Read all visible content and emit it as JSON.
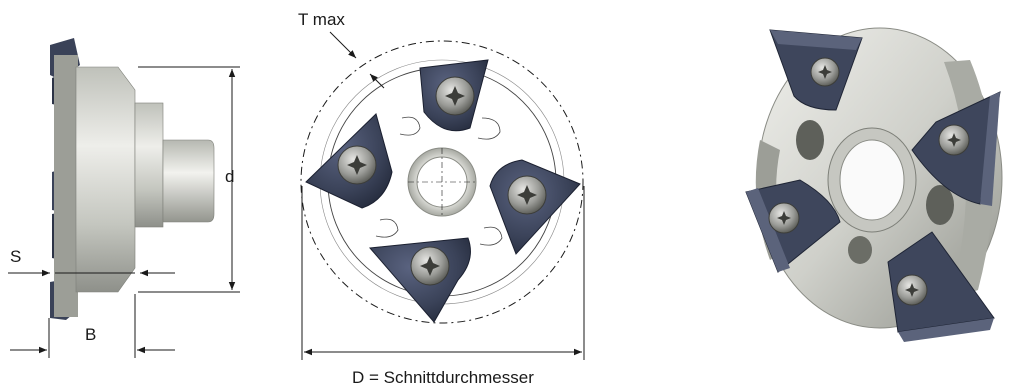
{
  "labels": {
    "s": "S",
    "b": "B",
    "d": "d",
    "t_max": "T max",
    "big_d": "D = Schnittdurchmesser"
  },
  "colors": {
    "insert": "#3a4258",
    "insert_dark": "#232a3a",
    "steel_light": "#d9dad4",
    "steel_mid": "#b3b5ad",
    "steel_dark": "#8c8e87",
    "line": "#1a1a1a"
  },
  "icons": {
    "screw": "torx-screw-icon"
  }
}
